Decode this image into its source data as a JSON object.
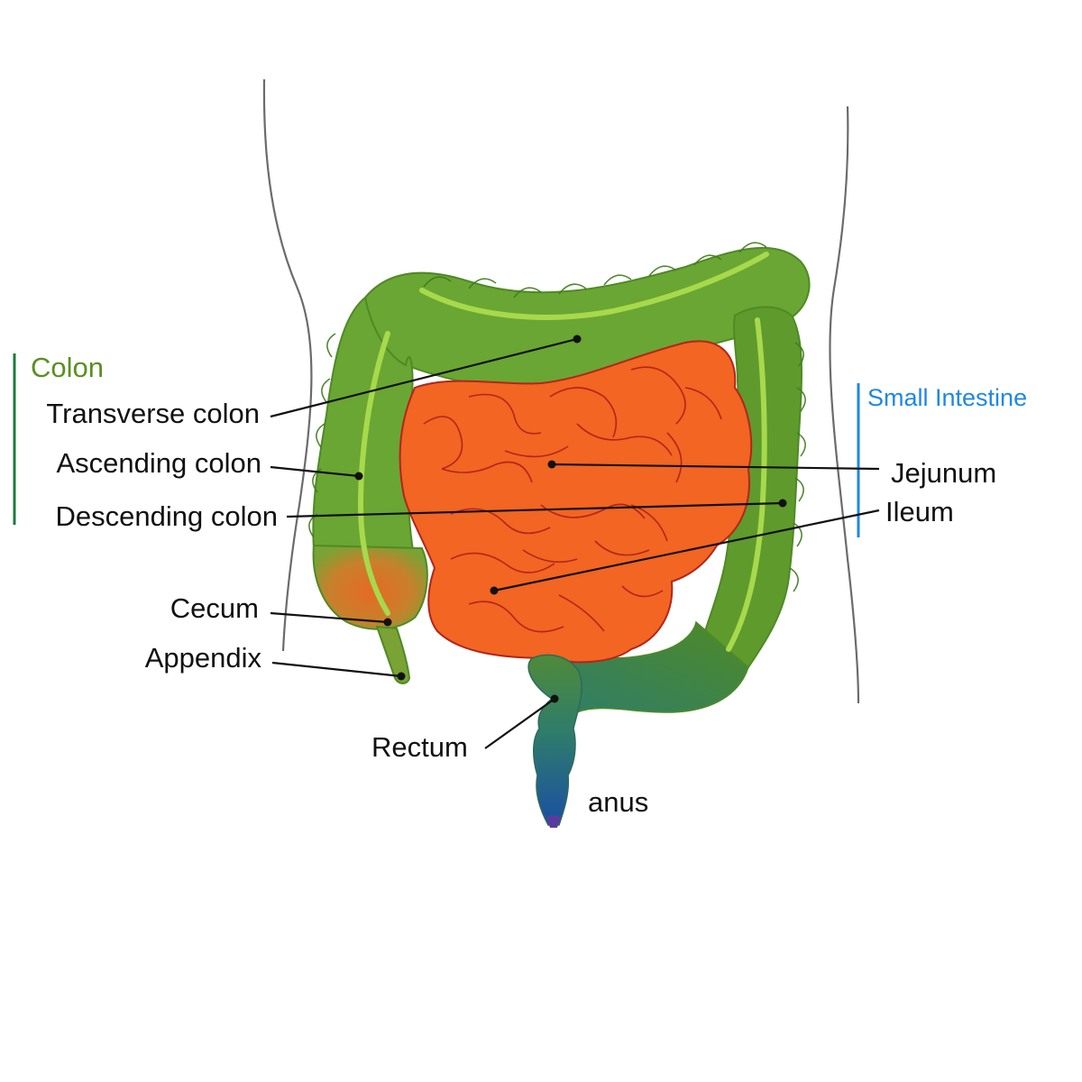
{
  "groups": {
    "colon": {
      "label": "Colon",
      "color": "#5b8f22",
      "bar_color": "#1d7a3c"
    },
    "small_intestine": {
      "label": "Small Intestine",
      "color": "#1e88e5",
      "bar_color": "#1e88e5"
    }
  },
  "labels": {
    "transverse_colon": "Transverse colon",
    "ascending_colon": "Ascending colon",
    "descending_colon": "Descending colon",
    "cecum": "Cecum",
    "appendix": "Appendix",
    "rectum": "Rectum",
    "anus": "anus",
    "jejunum": "Jejunum",
    "ileum": "Ileum"
  },
  "colors": {
    "colon_green": "#6aa633",
    "colon_dark": "#4f8a25",
    "taenia_light": "#a7d94c",
    "small_intestine_orange": "#f26522",
    "small_intestine_fold": "#b1261c",
    "rectum_teal": "#2f7d6a",
    "anus_blue": "#1a4fa3",
    "cecum_orange": "#e07a2a",
    "body_outline": "#6b6b6b"
  }
}
